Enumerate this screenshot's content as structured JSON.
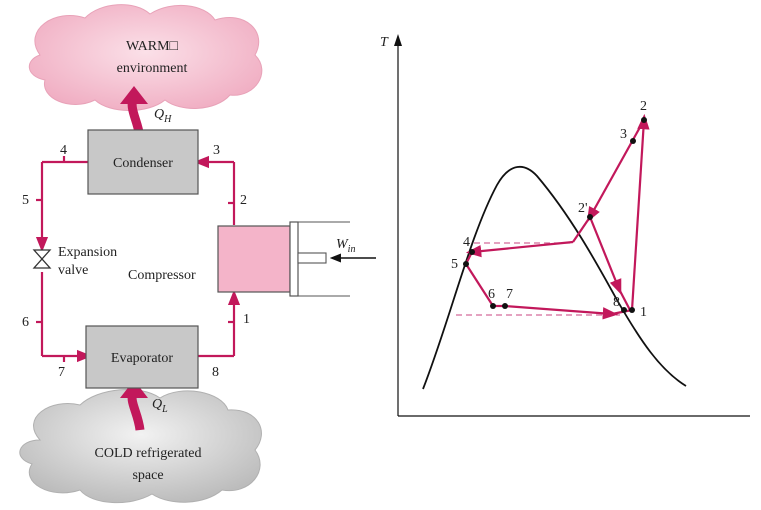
{
  "cycle_diagram": {
    "warm_cloud": {
      "line1": "WARM□",
      "line2": "environment"
    },
    "cold_cloud": {
      "line1": "COLD refrigerated",
      "line2": "space"
    },
    "condenser_label": "Condenser",
    "evaporator_label": "Evaporator",
    "compressor_label": "Compressor",
    "expansion_valve": {
      "line1": "Expansion",
      "line2": "valve"
    },
    "q_high": {
      "symbol": "Q",
      "sub": "H"
    },
    "q_low": {
      "symbol": "Q",
      "sub": "L"
    },
    "work_in": {
      "symbol": "W",
      "sub": "in"
    },
    "state_numbers": [
      "1",
      "2",
      "3",
      "4",
      "5",
      "6",
      "7",
      "8"
    ]
  },
  "ts_diagram": {
    "axis_label": "T",
    "state_labels": [
      "1",
      "2",
      "2'",
      "3",
      "4",
      "5",
      "6",
      "7",
      "8"
    ]
  },
  "colors": {
    "flow": "#c2185b",
    "component_gray": "#c8c8c8",
    "compressor_pink": "#f4b4c9",
    "warm_cloud": "#f5c4d2",
    "cold_cloud": "#cdcdcd"
  }
}
